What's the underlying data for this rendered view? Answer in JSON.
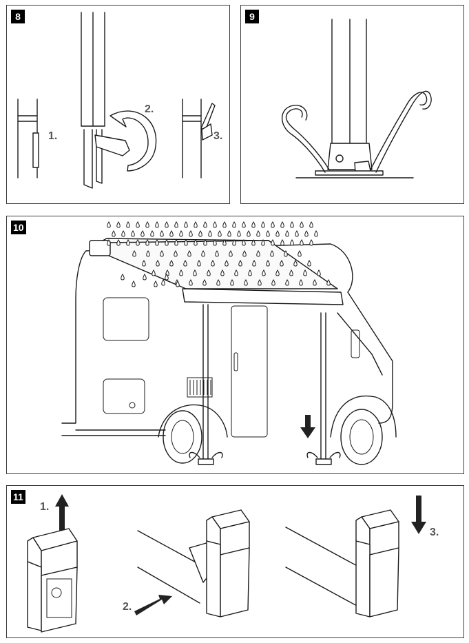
{
  "panels": {
    "p8": {
      "number": "8",
      "steps": [
        "1.",
        "2.",
        "3."
      ]
    },
    "p9": {
      "number": "9"
    },
    "p10": {
      "number": "10"
    },
    "p11": {
      "number": "11",
      "steps": [
        "1.",
        "2.",
        "3."
      ]
    }
  },
  "icons": {
    "rotate_arrow": "curved-rotate-arrow",
    "up_arrow": "arrow-up",
    "down_arrow": "arrow-down",
    "push_arrow": "arrow-diagonal-right",
    "raindrop": "raindrop"
  }
}
